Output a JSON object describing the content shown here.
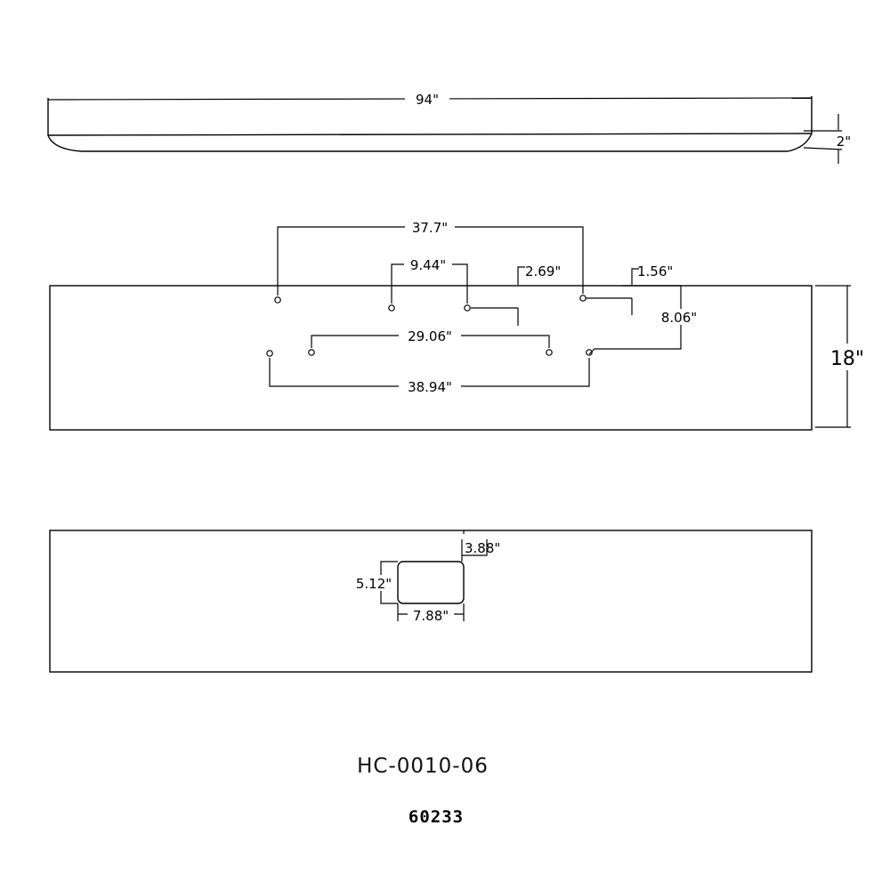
{
  "top_view": {
    "length_label": "94\"",
    "height_label": "2\""
  },
  "front_view": {
    "dim_37_7": "37.7\"",
    "dim_9_44": "9.44\"",
    "dim_2_69": "2.69\"",
    "dim_1_56": "1.56\"",
    "dim_8_06": "8.06\"",
    "dim_29_06": "29.06\"",
    "dim_38_94": "38.94\"",
    "height_label": "18\""
  },
  "back_view": {
    "dim_3_88": "3.88\"",
    "dim_5_12": "5.12\"",
    "dim_7_88": "7.88\""
  },
  "part_number": "HC-0010-06",
  "item_code": "60233"
}
